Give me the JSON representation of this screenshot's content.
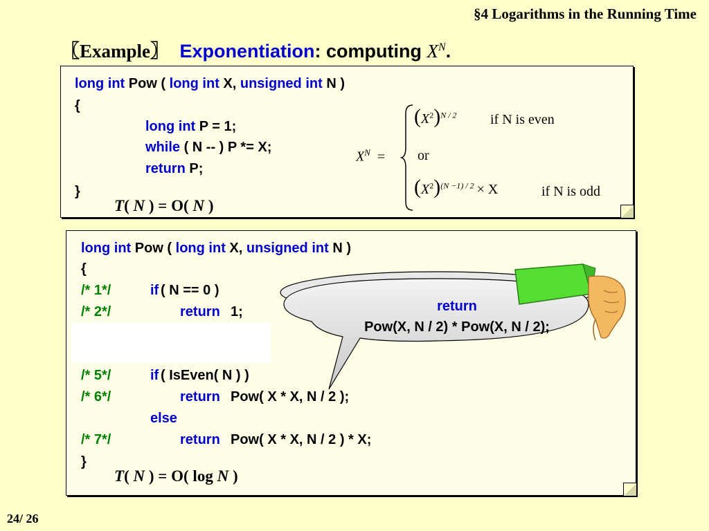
{
  "header": {
    "title": "§4  Logarithms in the Running Time"
  },
  "example": {
    "tag": "〖Example〗",
    "topic": "Exponentiation",
    "colon": ":  computing ",
    "var": "X",
    "sup": "N",
    "period": "."
  },
  "box1": {
    "sig": {
      "t1": "long int",
      "t2": " Pow ( ",
      "t3": "long int",
      "t4": "  X,  ",
      "t5": "unsigned int",
      "t6": "  N )"
    },
    "open": "{",
    "line1": {
      "kw": "long int",
      "rest": "  P = 1;"
    },
    "line2": {
      "kw": "while",
      "rest": " ( N -- )    P *= X;"
    },
    "line3": {
      "kw": "return",
      "rest": "  P;"
    },
    "close": "}",
    "complexity": {
      "T": "T",
      "lp": "( ",
      "N": "N",
      "mid": " ) = O( ",
      "N2": "N",
      "rp": " )"
    },
    "formula": {
      "lhs_var": "X",
      "lhs_sup": "N",
      "eq": "=",
      "case1_base": "X",
      "case1_exp": "2",
      "case1_outer": "N / 2",
      "case1_cond": "if N is even",
      "or": "or",
      "case2_base": "X",
      "case2_exp": "2",
      "case2_outer": "(N −1) / 2",
      "case2_times": "× X",
      "case2_cond": "if N is odd"
    }
  },
  "box2": {
    "sig": {
      "t1": "long int",
      "t2": " Pow ( ",
      "t3": "long int",
      "t4": "  X,  ",
      "t5": "unsigned int",
      "t6": "  N )"
    },
    "open": "{",
    "lines": [
      {
        "num": "/* 1*/",
        "kw": "if",
        "rest": " ( N == 0 )"
      },
      {
        "num": "/* 2*/",
        "kw": "return",
        "rest": " 1;"
      },
      {
        "num": "/* 5*/",
        "kw": "if",
        "rest": " ( IsEven( N ) )"
      },
      {
        "num": "/* 6*/",
        "kw": "return",
        "rest": " Pow( X * X, N / 2 );"
      },
      {
        "num": "",
        "kw": "else",
        "rest": ""
      },
      {
        "num": "/* 7*/",
        "kw": "return",
        "rest": " Pow( X * X, N / 2 ) * X;"
      }
    ],
    "close": "}",
    "complexity": {
      "T": "T",
      "lp": "( ",
      "N": "N",
      "mid": " ) = O( log ",
      "N2": "N",
      "rp": " )"
    }
  },
  "bubble": {
    "line1": "return",
    "line2": "Pow(X, N / 2) * Pow(X, N / 2);"
  },
  "footer": {
    "page": "24/ 26"
  },
  "colors": {
    "keyword": "#0000cc",
    "comment": "#008000",
    "background": "#ffffcc",
    "sleeve": "#55dd33",
    "hand": "#f4b860"
  }
}
